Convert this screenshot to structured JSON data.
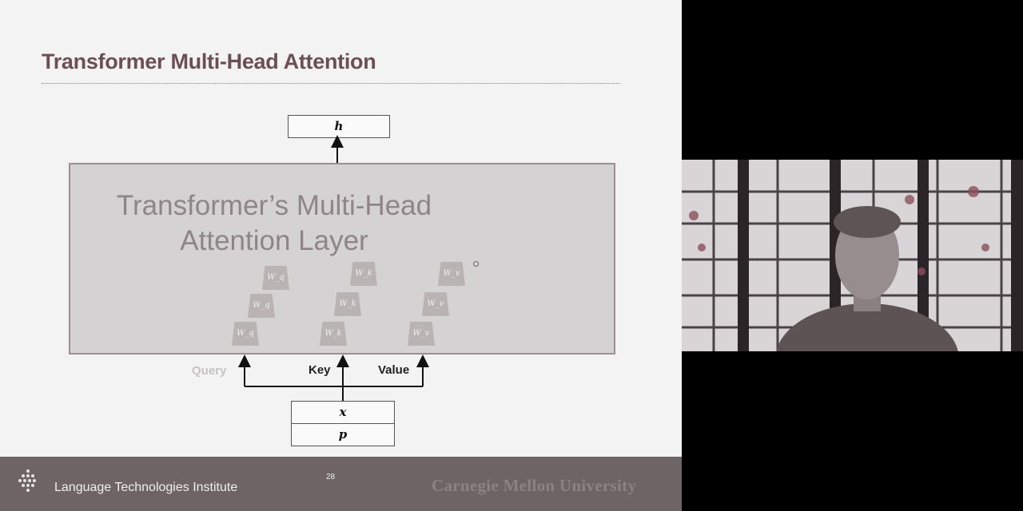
{
  "slide": {
    "title": "Transformer Multi-Head Attention",
    "layer_title_line1": "Transformer’s Multi-Head",
    "layer_title_line2": "Attention Layer",
    "output_symbol": "h",
    "input_x_symbol": "x",
    "input_p_symbol": "p",
    "query_label": "Query",
    "key_label": "Key",
    "value_label": "Value",
    "weights": {
      "query": [
        "W_q",
        "W_q",
        "W_q"
      ],
      "key": [
        "W_k",
        "W_k",
        "W_k"
      ],
      "value": [
        "W_v",
        "W_v",
        "W_v"
      ]
    },
    "page_number": "28"
  },
  "footer": {
    "institute": "Language Technologies Institute",
    "university": "Carnegie Mellon University"
  },
  "colors": {
    "title": "#6b4f55",
    "footer_bg": "#6e6466",
    "slide_bg": "#f4f3f3",
    "layer_box": "#d4d2d2"
  },
  "video": {
    "icons": [
      "presenter-video-icon"
    ]
  }
}
